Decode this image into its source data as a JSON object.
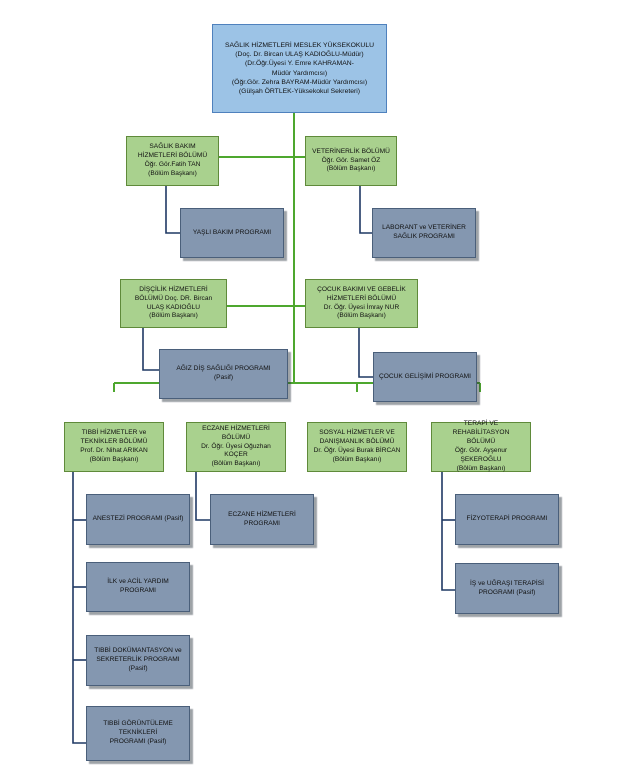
{
  "root": {
    "line1": "SAĞLIK HİZMETLERİ MESLEK YÜKSEKOKULU",
    "line2": "(Doç. Dr. Bircan ULAŞ KADIOĞLU-Müdür)",
    "line3": "(Dr.Öğr.Üyesi Y.  Emre KAHRAMAN-",
    "line4": "Müdür Yardımcısı)",
    "line5": "(Öğr.Gör. Zehra BAYRAM-Müdür Yardımcısı)",
    "line6": "(Gülşah ÖRTLEK-Yüksekokul Sekreteri)"
  },
  "departments": {
    "saglik_bakim": {
      "line1": "SAĞLIK BAKIM",
      "line2": "HİZMETLERİ BÖLÜMÜ",
      "line3": "Öğr. Gör.Fatih TAN",
      "line4": "(Bölüm Başkanı)"
    },
    "veterinerlik": {
      "line1": "VETERİNERLİK BÖLÜMÜ",
      "line2": "Öğr. Gör. Samet ÖZ",
      "line3": "(Bölüm Başkanı)"
    },
    "discilik": {
      "line1": "DİŞÇİLİK HİZMETLERİ",
      "line2": "BÖLÜMÜ Doç. DR. Bircan",
      "line3": "ULAŞ KADIOĞLU",
      "line4": "(Bölüm Başkanı)"
    },
    "cocuk_bakimi": {
      "line1": "ÇOCUK BAKIMI VE GEBELİK",
      "line2": "HİZMETLERİ BÖLÜMÜ",
      "line3": "Dr. Öğr. Üyesi İmray NUR",
      "line4": "(Bölüm Başkanı)"
    },
    "tibbi_hizmetler": {
      "line1": "TIBBİ HİZMETLER ve",
      "line2": "TEKNİKLER BÖLÜMÜ",
      "line3": "Prof. Dr. Nihat ARIKAN",
      "line4": "(Bölüm Başkanı)"
    },
    "eczane": {
      "line1": "ECZANE HİZMETLERİ",
      "line2": "BÖLÜMÜ",
      "line3": "Dr. Öğr. Üyesi Oğuzhan",
      "line4": "KOÇER",
      "line5": "(Bölüm Başkanı)"
    },
    "sosyal": {
      "line1": "SOSYAL HİZMETLER VE",
      "line2": "DANIŞMANLIK BÖLÜMÜ",
      "line3": "Dr. Öğr. Üyesi Burak BİRCAN",
      "line4": "(Bölüm Başkanı)"
    },
    "terapi": {
      "line1": "TERAPİ VE REHABİLİTASYON",
      "line2": "BÖLÜMÜ",
      "line3": "Öğr. Gör. Ayşenur",
      "line4": "ŞEKEROĞLU",
      "line5": "(Bölüm Başkanı)"
    }
  },
  "programs": {
    "yasli_bakim": {
      "line1": "YAŞLI BAKIM PROGRAMI"
    },
    "laborant": {
      "line1": "LABORANT ve VETERİNER",
      "line2": "SAĞLIK PROGRAMI"
    },
    "agiz_dis": {
      "line1": "AĞIZ DİŞ SAĞLIĞI PROGRAMI",
      "line2": "(Pasif)"
    },
    "cocuk_gelisimi": {
      "line1": "ÇOCUK GELİŞİMİ PROGRAMI"
    },
    "anestezi": {
      "line1": "ANESTEZİ PROGRAMI (Pasif)"
    },
    "ilk_acil": {
      "line1": "İLK ve ACİL YARDIM",
      "line2": "PROGRAMI"
    },
    "tibbi_dok": {
      "line1": "TIBBİ DOKÜMANTASYON ve",
      "line2": "SEKRETERLİK PROGRAMI",
      "line3": "(Pasif)"
    },
    "tibbi_goruntuleme": {
      "line1": "TIBBİ GÖRÜNTÜLEME",
      "line2": "TEKNİKLERİ",
      "line3": "PROGRAMI (Pasif)"
    },
    "eczane_prog": {
      "line1": "ECZANE HİZMETLERİ",
      "line2": "PROGRAMI"
    },
    "fizyoterapi": {
      "line1": "FİZYOTERAPİ PROGRAMI"
    },
    "is_ugrasi": {
      "line1": "İŞ ve UĞRAŞI TERAPİSİ",
      "line2": "PROGRAMI (Pasif)"
    }
  },
  "colors": {
    "root_fill": "#9cc3e6",
    "department_fill": "#a9d18e",
    "program_fill": "#8497b0",
    "connector": "#4ea72e",
    "program_connector": "#1f3864"
  }
}
